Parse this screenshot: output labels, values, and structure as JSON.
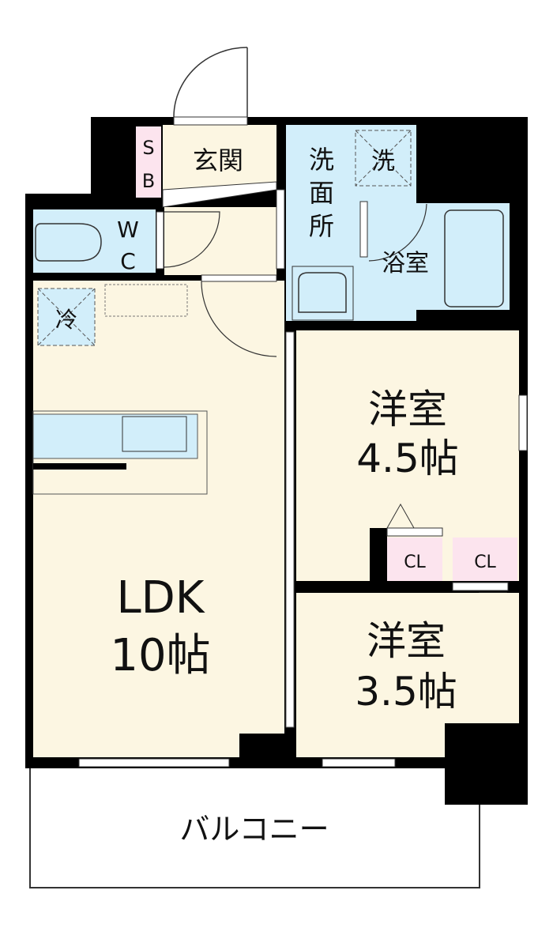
{
  "colors": {
    "wall": "#000000",
    "room": "#fcf6e2",
    "wet": "#d2eefa",
    "storage": "#fce4ee",
    "outline": "#333333"
  },
  "rooms": {
    "sb": {
      "line1": "S",
      "line2": "B"
    },
    "entrance": {
      "label": "玄関"
    },
    "washroom": {
      "line1": "洗",
      "line2": "面",
      "line3": "所"
    },
    "washer": {
      "label": "洗"
    },
    "bath": {
      "label": "浴室"
    },
    "wc": {
      "line1": "W",
      "line2": "C"
    },
    "fridge": {
      "label": "冷"
    },
    "ldk": {
      "line1": "LDK",
      "line2": "10帖"
    },
    "western1": {
      "line1": "洋室",
      "line2": "4.5帖"
    },
    "western2": {
      "line1": "洋室",
      "line2": "3.5帖"
    },
    "closet1": {
      "label": "CL"
    },
    "closet2": {
      "label": "CL"
    },
    "balcony": {
      "label": "バルコニー"
    }
  }
}
